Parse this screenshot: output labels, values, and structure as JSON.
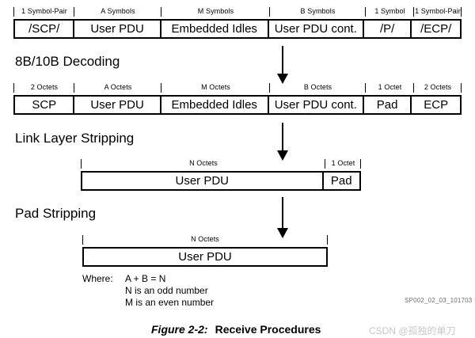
{
  "figure": {
    "number": "Figure 2-2:",
    "title": "Receive Procedures",
    "doc_id": "SP002_02_03_101703",
    "watermark": "CSDN @孤独的单刀"
  },
  "sections": [
    {
      "heading": "8B/10B Decoding"
    },
    {
      "heading": "Link Layer Stripping"
    },
    {
      "heading": "Pad Stripping"
    }
  ],
  "rows": [
    {
      "name": "symbol-row",
      "measures": [
        "1 Symbol-Pair",
        "A Symbols",
        "M Symbols",
        "B Symbols",
        "1 Symbol",
        "1 Symbol-Pair"
      ],
      "fields": [
        "/SCP/",
        "User PDU",
        "Embedded Idles",
        "User PDU cont.",
        "/P/",
        "/ECP/"
      ]
    },
    {
      "name": "octet-row",
      "measures": [
        "2 Octets",
        "A Octets",
        "M Octets",
        "B Octets",
        "1 Octet",
        "2 Octets"
      ],
      "fields": [
        "SCP",
        "User PDU",
        "Embedded Idles",
        "User PDU cont.",
        "Pad",
        "ECP"
      ]
    },
    {
      "name": "stripped-row",
      "measures": [
        "N Octets",
        "1 Octet"
      ],
      "fields": [
        "User PDU",
        "Pad"
      ]
    },
    {
      "name": "final-row",
      "measures": [
        "N Octets"
      ],
      "fields": [
        "User PDU"
      ]
    }
  ],
  "notes": {
    "label": "Where:",
    "lines": [
      "A + B = N",
      "N is an odd number",
      "M is an even number"
    ]
  },
  "colors": {
    "ink": "#000000",
    "paper": "#ffffff",
    "muted": "#6d6d6d",
    "watermark": "#c8c8c8"
  }
}
